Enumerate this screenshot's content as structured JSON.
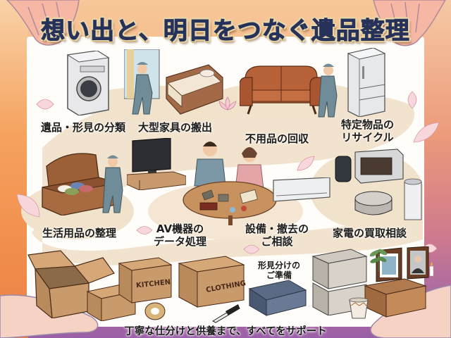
{
  "poster": {
    "title": "想い出と、明日をつなぐ遺品整理",
    "footer": "丁寧な仕分けと供養まで、すべてをサポート"
  },
  "services": [
    {
      "id": "sorting",
      "lines": [
        "遺品・形見の分類"
      ]
    },
    {
      "id": "large-furniture",
      "lines": [
        "大型家具の搬出"
      ]
    },
    {
      "id": "disposal",
      "lines": [
        "不用品の回収"
      ]
    },
    {
      "id": "recycling",
      "lines": [
        "特定物品の",
        "リサイクル"
      ]
    },
    {
      "id": "daily-goods",
      "lines": [
        "生活用品の整理"
      ]
    },
    {
      "id": "av-data",
      "lines": [
        "AV機器の",
        "データ処理"
      ]
    },
    {
      "id": "equipment",
      "lines": [
        "設備・撤去の",
        "ご相談"
      ]
    },
    {
      "id": "appliance-buyback",
      "lines": [
        "家電の買取相談"
      ]
    },
    {
      "id": "keepsakes",
      "lines": [
        "形見分けの",
        "ご準備"
      ]
    }
  ],
  "box_labels": {
    "kitchen": "KITCHEN",
    "clothing": "CLOTHING"
  },
  "colors": {
    "title_text": "#27325a",
    "title_outline": "#e9d6a8",
    "path": "#f1e2cc",
    "bg_top": "#f7c89a",
    "bg_bottom": "#9a5fa8",
    "cardboard": "#c99a6b",
    "worker_uniform": "#6f8c98"
  }
}
